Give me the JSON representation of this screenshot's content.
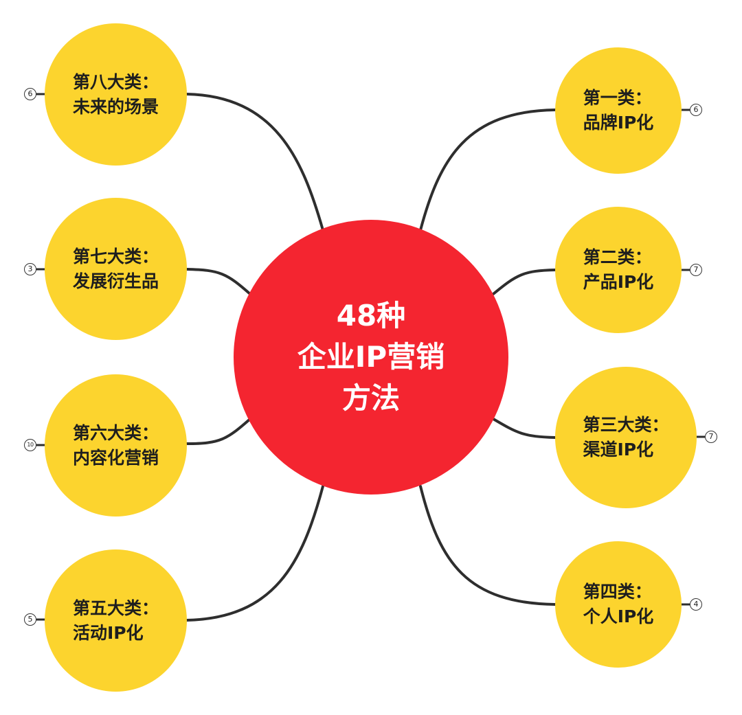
{
  "colors": {
    "central_fill": "#f42530",
    "branch_fill": "#fcd42e",
    "connector": "#2e2e2e",
    "central_text": "#ffffff",
    "branch_text": "#1e1e1e"
  },
  "central": {
    "lines": [
      "48种",
      "企业IP营销",
      "方法"
    ]
  },
  "branches": [
    {
      "id": "b8",
      "lines": [
        "第八大类：",
        "未来的场景"
      ],
      "count": "6"
    },
    {
      "id": "b7",
      "lines": [
        "第七大类：",
        "发展衍生品"
      ],
      "count": "3"
    },
    {
      "id": "b6",
      "lines": [
        "第六大类：",
        "内容化营销"
      ],
      "count": "10"
    },
    {
      "id": "b5",
      "lines": [
        "第五大类：",
        "活动IP化"
      ],
      "count": "5"
    },
    {
      "id": "b1",
      "lines": [
        "第一类：",
        "品牌IP化"
      ],
      "count": "6"
    },
    {
      "id": "b2",
      "lines": [
        "第二类：",
        "产品IP化"
      ],
      "count": "7"
    },
    {
      "id": "b3",
      "lines": [
        "第三大类：",
        "渠道IP化"
      ],
      "count": "7"
    },
    {
      "id": "b4",
      "lines": [
        "第四类：",
        "个人IP化"
      ],
      "count": "4"
    }
  ]
}
